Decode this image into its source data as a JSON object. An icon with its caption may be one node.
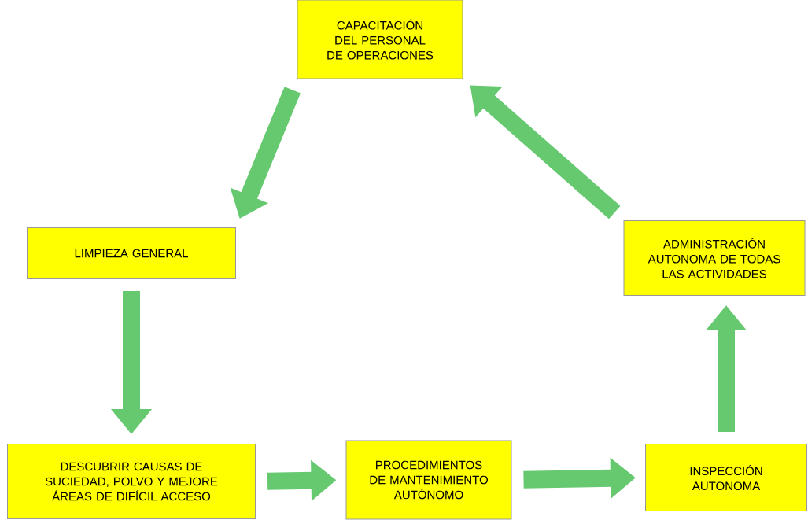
{
  "diagram": {
    "nodes": [
      {
        "text": [
          "CAPACITACIÓN DEL PERSONAL DE OPERACIONES"
        ]
      },
      {
        "text": [
          "LIMPIEZA GENERAL"
        ]
      },
      {
        "text": [
          "DESCUBRIR CAUSAS DE SUCIEDAD, POLVO Y MEJORE ÁREAS DE DIFÍCIL ACCESO"
        ]
      },
      {
        "text": [
          "PROCEDIMIENTOS DE MANTENIMIENTO AUTÓNOMO"
        ]
      },
      {
        "text": [
          "INSPECCIÓN AUTONOMA"
        ]
      },
      {
        "text": [
          "ADMINISTRACIÓN AUTONOMA DE TODAS LAS ACTIVIDADES"
        ]
      }
    ],
    "edges": [
      {
        "from": 0,
        "to": 1,
        "arrow": "to"
      },
      {
        "from": 1,
        "to": 2,
        "arrow": "to"
      },
      {
        "from": 2,
        "to": 3,
        "arrow": "to"
      },
      {
        "from": 3,
        "to": 4,
        "arrow": "to"
      },
      {
        "from": 4,
        "to": 5,
        "arrow": "to"
      },
      {
        "from": 5,
        "to": 0,
        "arrow": "to"
      }
    ]
  }
}
